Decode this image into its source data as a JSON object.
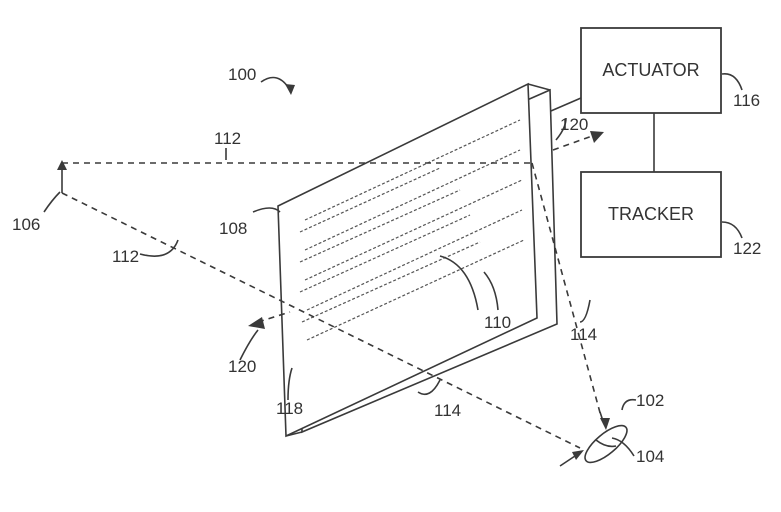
{
  "diagram": {
    "boxes": {
      "actuator": "ACTUATOR",
      "tracker": "TRACKER"
    },
    "labels": {
      "system": "100",
      "eye": "102",
      "lens": "104",
      "object": "106",
      "plate_front": "108",
      "grating": "110",
      "ray_upper": "112",
      "ray_lower": "112",
      "ray_eye_right": "114",
      "ray_eye_left": "114",
      "actuator_ref": "116",
      "plate_back": "118",
      "motion_right": "120",
      "motion_left": "120",
      "tracker_ref": "122"
    }
  }
}
